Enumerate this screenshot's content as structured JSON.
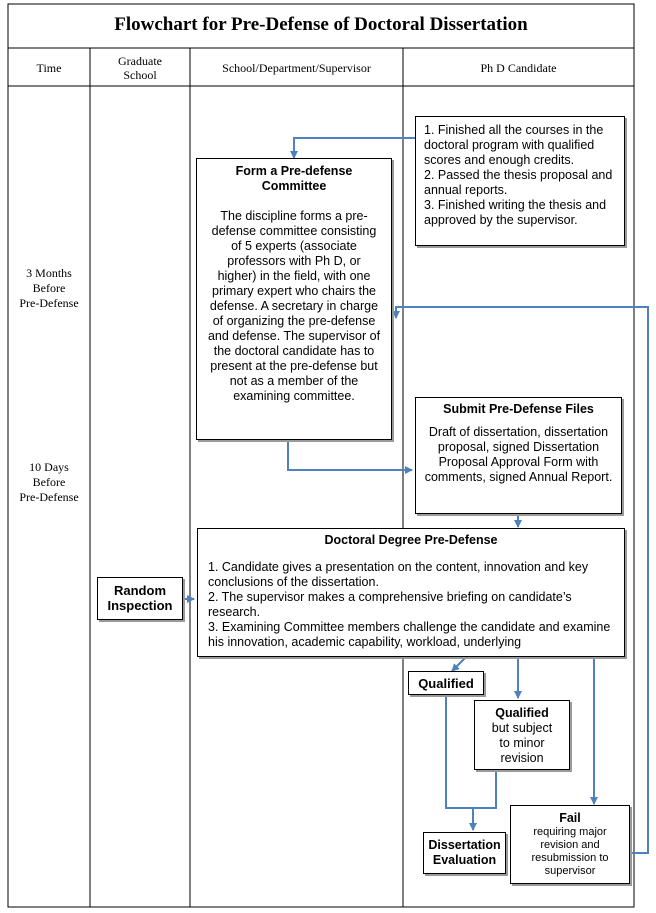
{
  "title": "Flowchart for Pre-Defense of Doctoral Dissertation",
  "columns": {
    "time": "Time",
    "graduate_school": "Graduate\nSchool",
    "school": "School/Department/Supervisor",
    "candidate": "Ph D Candidate"
  },
  "time_labels": {
    "three_months": "3 Months\nBefore\nPre-Defense",
    "ten_days": "10 Days\nBefore\nPre-Defense"
  },
  "boxes": {
    "requirements": "1. Finished all the courses in the doctoral program with qualified scores and enough credits.\n2. Passed the thesis proposal and annual reports.\n3. Finished writing the thesis and approved by the supervisor.",
    "committee_title": "Form a Pre-defense Committee",
    "committee_body": "The discipline forms a pre-defense committee consisting of 5 experts (associate professors with Ph D, or higher) in the field, with one primary expert who chairs the defense. A secretary in charge of organizing the pre-defense and defense. The supervisor of the doctoral candidate has to present at the pre-defense but not as a member of the examining committee.",
    "submit_title": "Submit Pre-Defense Files",
    "submit_body": "Draft of dissertation, dissertation proposal, signed Dissertation Proposal Approval Form with comments, signed Annual Report.",
    "predefense_title": "Doctoral Degree Pre-Defense",
    "predefense_body": "1. Candidate gives a presentation on the content, innovation and key conclusions of the dissertation.\n2. The supervisor makes a comprehensive briefing on candidate’s research.\n3. Examining Committee members challenge the candidate and examine his innovation, academic capability, workload, underlying",
    "random": "Random\nInspection",
    "qualified": "Qualified",
    "minor_title": "Qualified",
    "minor_body": "but subject\nto minor\nrevision",
    "evaluation": "Dissertation\nEvaluation",
    "fail_title": "Fail",
    "fail_body": "requiring major\nrevision and\nresubmission to\nsupervisor"
  },
  "colors": {
    "arrow": "#4f81bd",
    "border": "#000000",
    "shadow": "#9a9a9a"
  }
}
